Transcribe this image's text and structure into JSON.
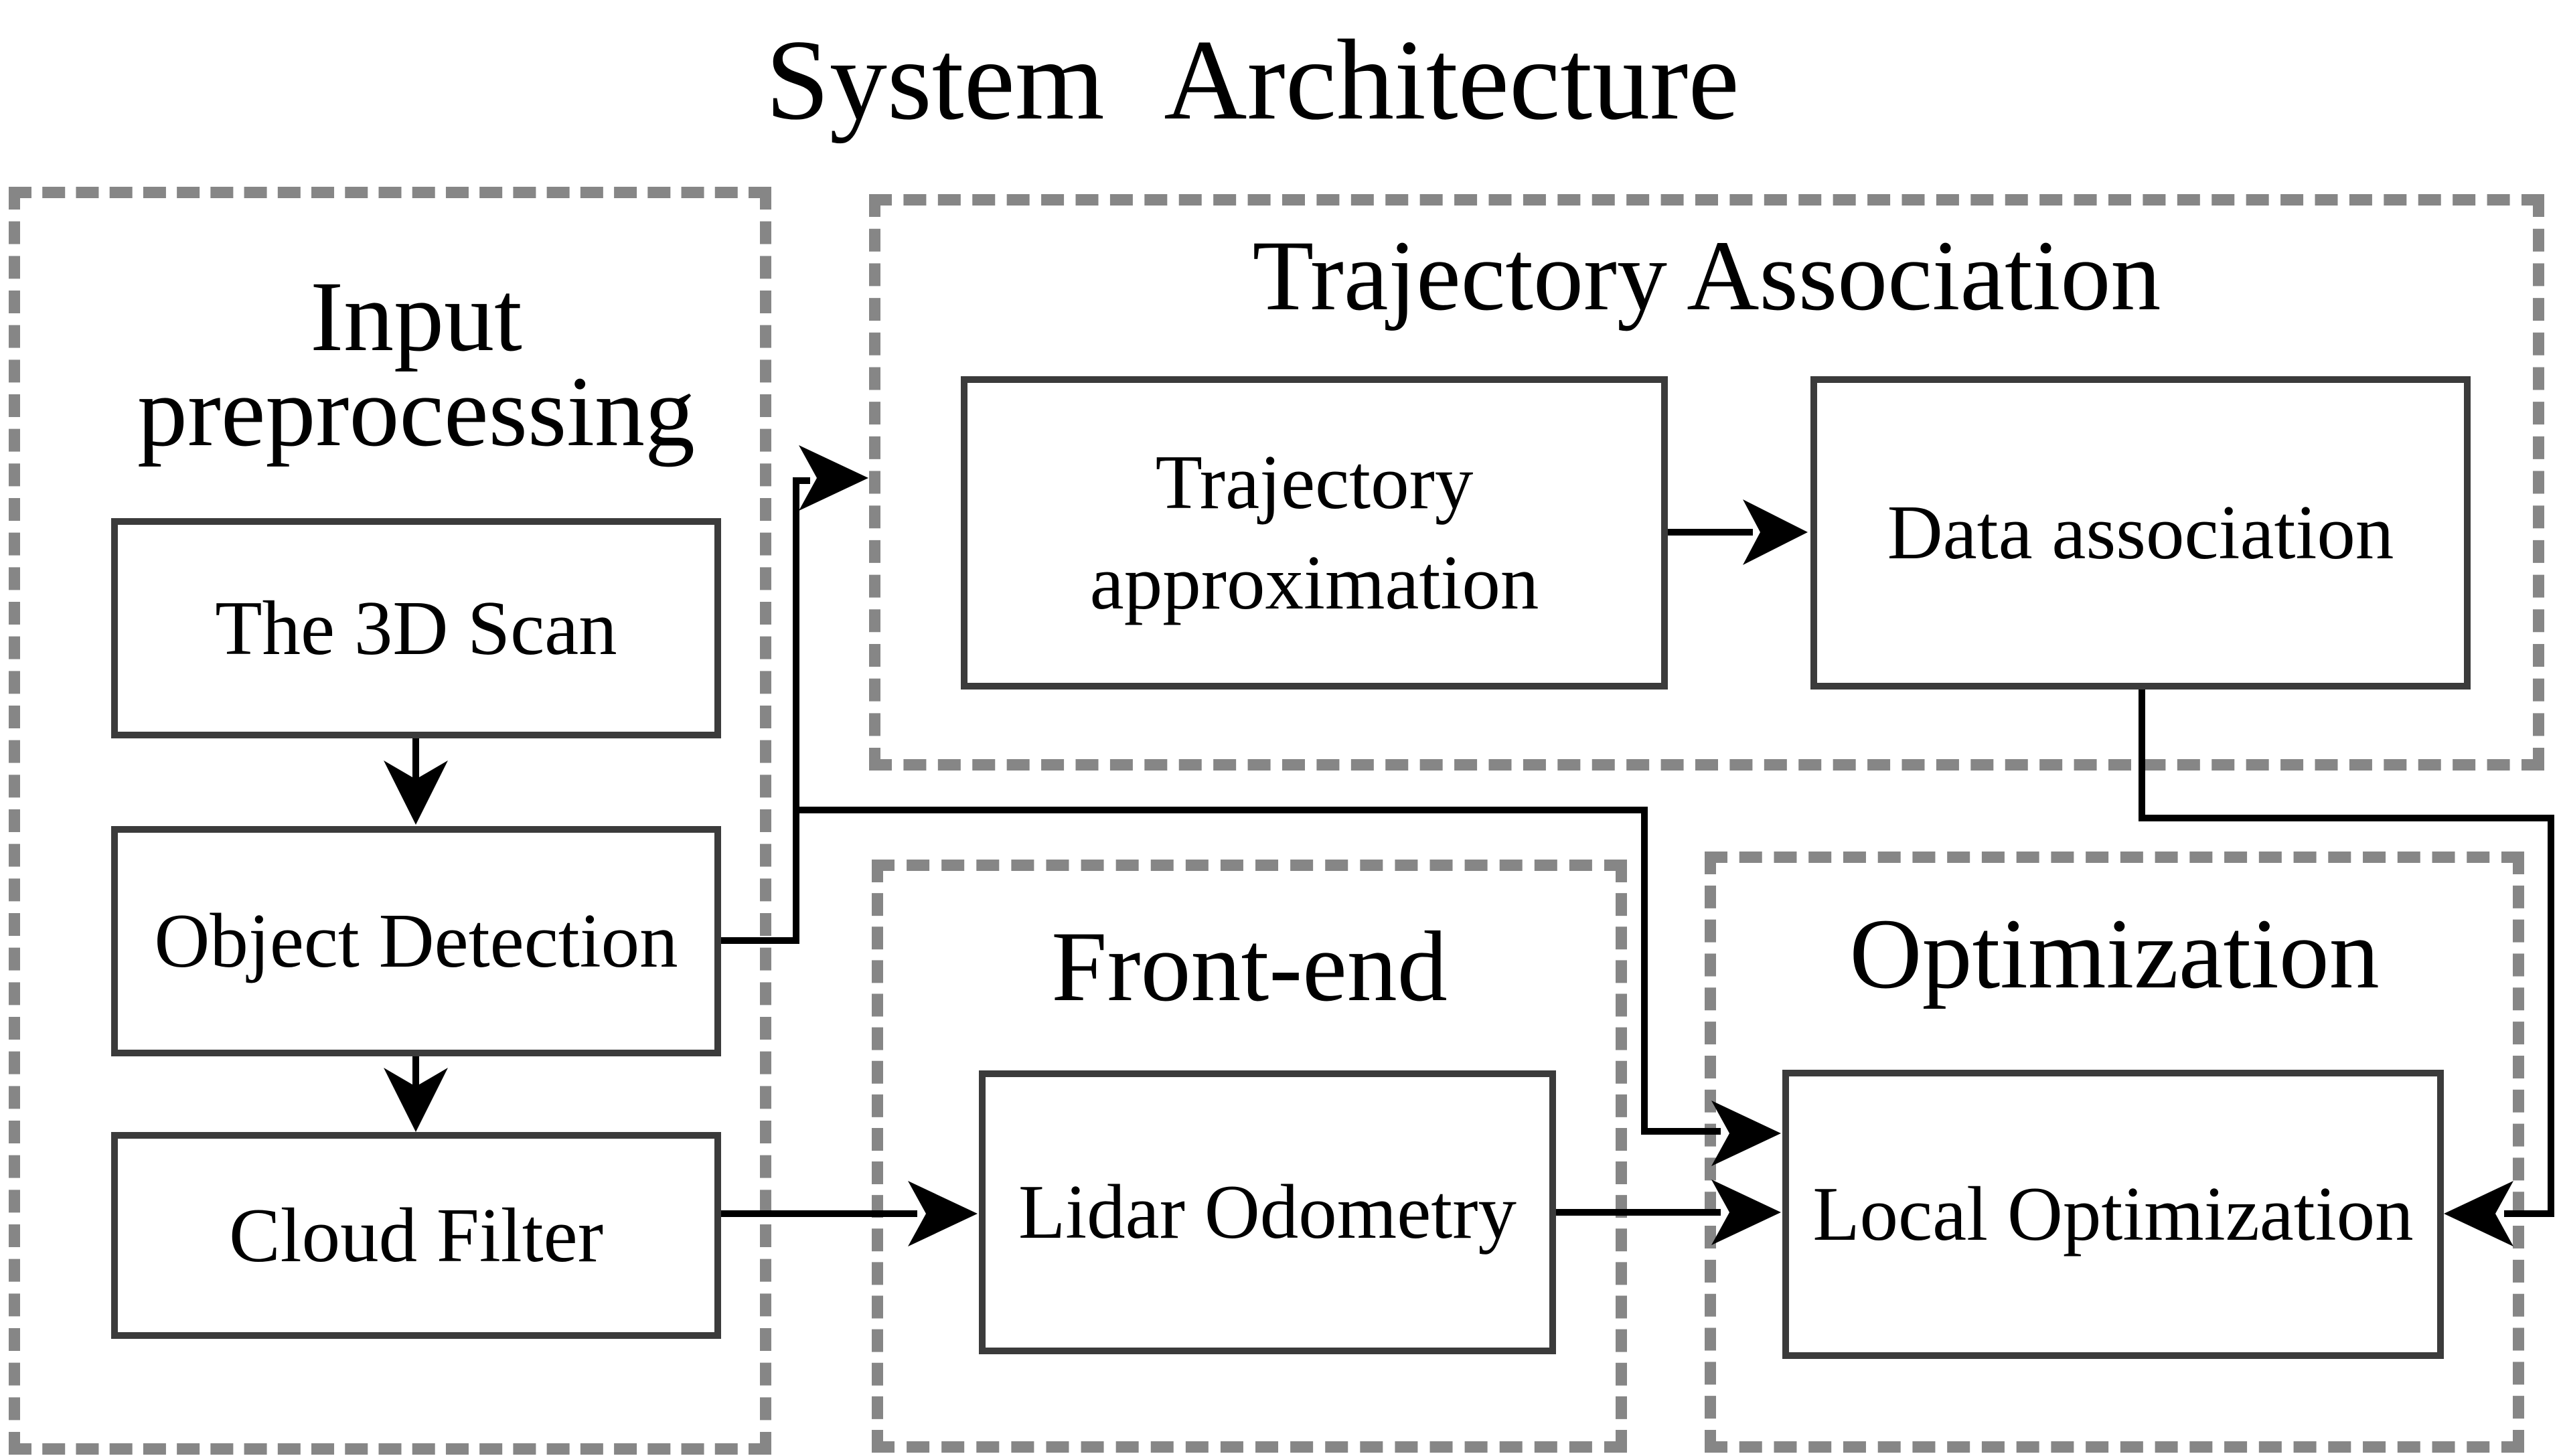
{
  "title": "System Architecture",
  "groups": {
    "input_preprocessing": {
      "title_line1": "Input",
      "title_line2": "preprocessing"
    },
    "trajectory_association": {
      "title": "Trajectory Association"
    },
    "front_end": {
      "title": "Front-end"
    },
    "optimization": {
      "title": "Optimization"
    }
  },
  "nodes": {
    "the_3d_scan": {
      "label": "The 3D Scan"
    },
    "object_detection": {
      "label": "Object Detection"
    },
    "cloud_filter": {
      "label": "Cloud Filter"
    },
    "trajectory_approximation": {
      "label_line1": "Trajectory",
      "label_line2": "approximation"
    },
    "data_association": {
      "label": "Data association"
    },
    "lidar_odometry": {
      "label": "Lidar Odometry"
    },
    "local_optimization": {
      "label": "Local Optimization"
    }
  },
  "colors": {
    "background": "#ffffff",
    "text": "#000000",
    "node_border": "#3b3b3b",
    "group_dash_border": "#868686",
    "connector": "#000000"
  }
}
